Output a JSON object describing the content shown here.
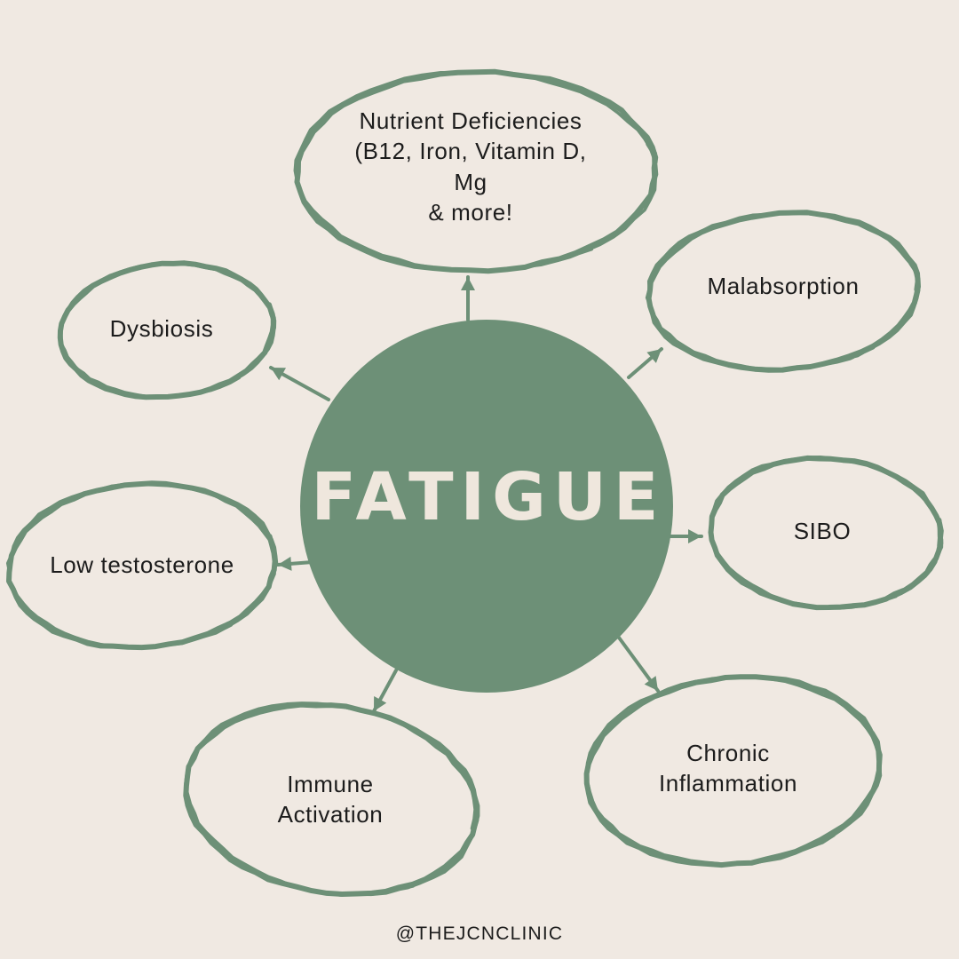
{
  "colors": {
    "background": "#f0e9e2",
    "accent": "#6d9077",
    "center_text": "#efe7dd",
    "text": "#1c1c1c"
  },
  "center": {
    "title": "FATIGUE"
  },
  "nodes": [
    {
      "id": "nutrient",
      "label": "Nutrient Deficiencies\n(B12, Iron, Vitamin D,\nMg\n& more!"
    },
    {
      "id": "malabsorption",
      "label": "Malabsorption"
    },
    {
      "id": "dysbiosis",
      "label": "Dysbiosis"
    },
    {
      "id": "sibo",
      "label": "SIBO"
    },
    {
      "id": "low-testosterone",
      "label": "Low testosterone"
    },
    {
      "id": "chronic-inflammation",
      "label": "Chronic\nInflammation"
    },
    {
      "id": "immune-activation",
      "label": "Immune\nActivation"
    }
  ],
  "footer": {
    "handle": "@THEJCNCLINIC"
  }
}
